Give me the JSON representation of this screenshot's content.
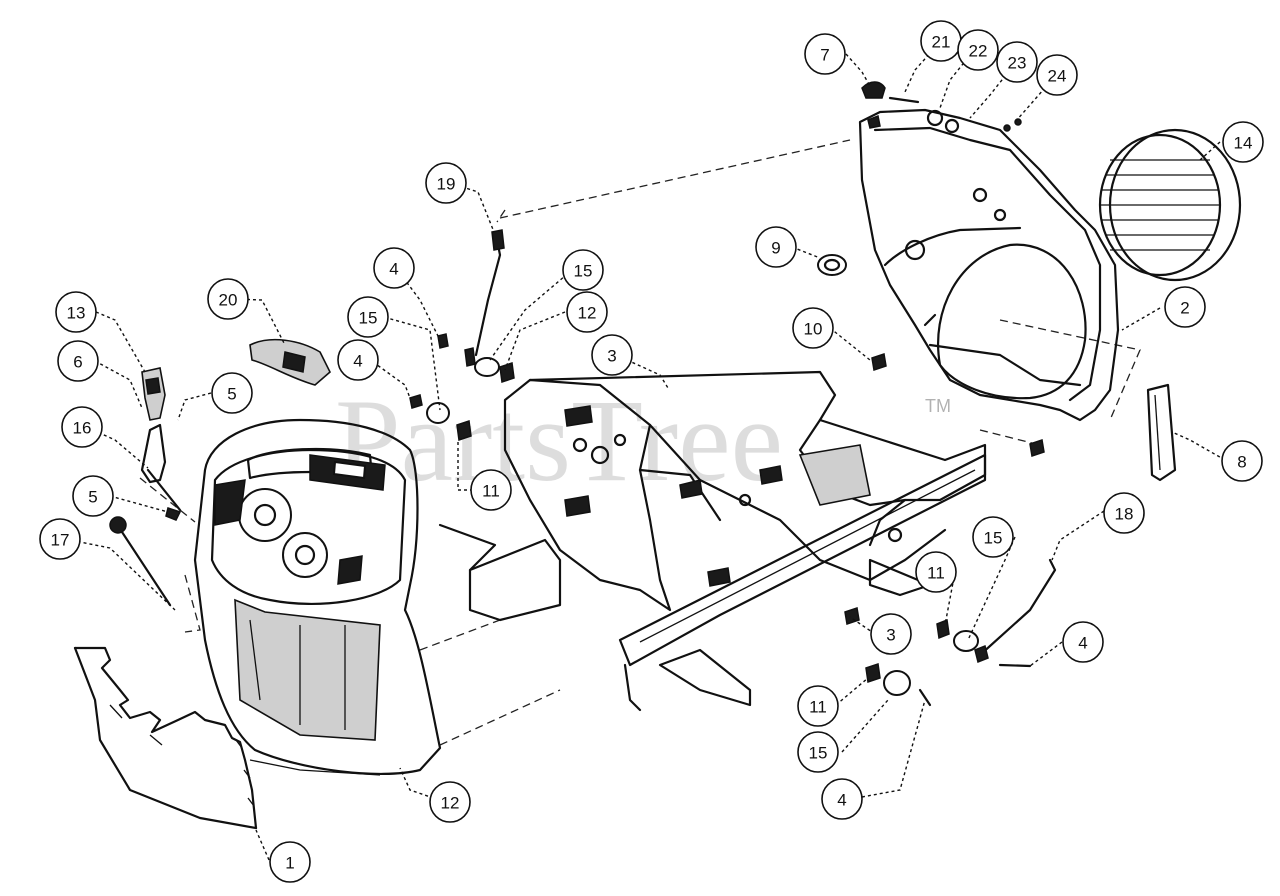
{
  "watermark": {
    "text": "PartsTree",
    "trademark": "TM"
  },
  "callouts": [
    {
      "label": "1"
    },
    {
      "label": "2"
    },
    {
      "label": "3"
    },
    {
      "label": "3"
    },
    {
      "label": "4"
    },
    {
      "label": "4"
    },
    {
      "label": "4"
    },
    {
      "label": "4"
    },
    {
      "label": "5"
    },
    {
      "label": "5"
    },
    {
      "label": "6"
    },
    {
      "label": "7"
    },
    {
      "label": "8"
    },
    {
      "label": "9"
    },
    {
      "label": "10"
    },
    {
      "label": "11"
    },
    {
      "label": "11"
    },
    {
      "label": "11"
    },
    {
      "label": "12"
    },
    {
      "label": "12"
    },
    {
      "label": "13"
    },
    {
      "label": "14"
    },
    {
      "label": "15"
    },
    {
      "label": "15"
    },
    {
      "label": "15"
    },
    {
      "label": "15"
    },
    {
      "label": "16"
    },
    {
      "label": "17"
    },
    {
      "label": "18"
    },
    {
      "label": "19"
    },
    {
      "label": "20"
    },
    {
      "label": "21"
    },
    {
      "label": "22"
    },
    {
      "label": "23"
    },
    {
      "label": "24"
    }
  ]
}
